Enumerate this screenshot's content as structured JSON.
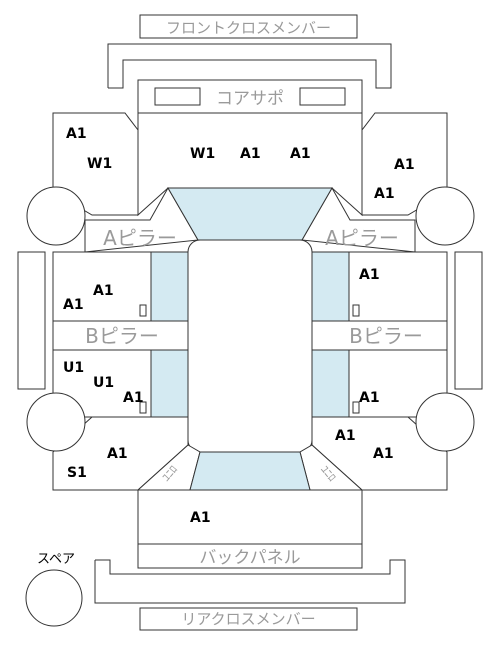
{
  "labels": {
    "front_cross_member": "フロントクロスメンバー",
    "core_support": "コアサポ",
    "a_pillar_left": "Aピラー",
    "a_pillar_right": "Aピラー",
    "b_pillar_left": "Bピラー",
    "b_pillar_right": "Bピラー",
    "back_panel": "バックパネル",
    "rear_cross_member": "リアクロスメンバー",
    "spare": "スペア",
    "uniro_left": "ﾕﾆﾛ",
    "uniro_right": "ﾕﾆﾛ"
  },
  "codes": {
    "front_left_top": "A1",
    "front_left_bottom": "W1",
    "hood_1": "W1",
    "hood_2": "A1",
    "hood_3": "A1",
    "front_right_top": "A1",
    "front_right_bottom": "A1",
    "left_front_door_1": "A1",
    "left_front_door_2": "A1",
    "right_front_door": "A1",
    "left_rear_door_1": "U1",
    "left_rear_door_2": "U1",
    "left_rear_door_3": "A1",
    "right_rear_door": "A1",
    "rear_left_1": "A1",
    "rear_left_2": "S1",
    "rear_right_1": "A1",
    "rear_right_2": "A1",
    "trunk": "A1"
  }
}
